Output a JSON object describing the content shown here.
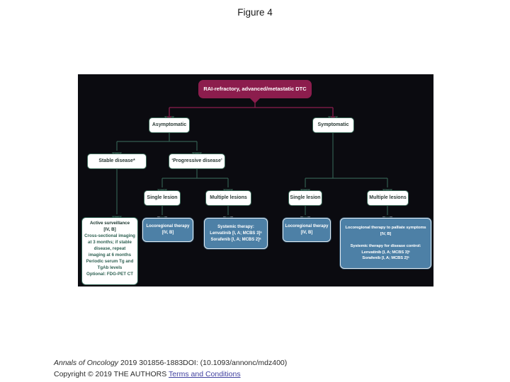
{
  "figure": {
    "title": "Figure 4"
  },
  "flowchart": {
    "root": "RAI-refractory, advanced/metastatic DTC",
    "branch_asymptomatic": "Asymptomatic",
    "branch_symptomatic": "Symptomatic",
    "stable_disease": "Stable disease*",
    "progressive_disease": "‘Progressive disease’",
    "single_lesion_left": "Single lesion",
    "multiple_lesions_left": "Multiple lesions",
    "single_lesion_right": "Single lesion",
    "multiple_lesions_right": "Multiple lesions",
    "active_surveillance_title": "Active surveillance\n[IV, B]",
    "active_surveillance_body": "Cross-sectional imaging\nat 3 months; if stable\ndisease, repeat\nimaging at 6 months\nPeriodic serum Tg and\nTgAb levels\nOptional: FDG-PET CT",
    "locoregional_left": "Locoregional therapy\n[IV, B]",
    "systemic_left": "Systemic therapy:\nLenvatinib [I, A; MCBS 3]ᵃ\nSorafenib [I, A; MCBS 2]ᵃ",
    "locoregional_right": "Locoregional therapy\n[IV, B]",
    "palliative_right": "Locoregional therapy to palliate symptoms\n[IV, B]\n\nSystemic therapy for disease control:\nLenvatinib [I, A; MCBS 3]ᵃ\nSorafenib [I, A; MCBS 2]ᵃ"
  },
  "footer": {
    "journal": "Annals of Oncology",
    "reference": "2019 301856-1883DOI: (10.1093/annonc/mdz400)",
    "copyright": "Copyright © 2019 THE AUTHORS",
    "terms_link": "Terms and Conditions"
  },
  "colors": {
    "root_node": "#8c1d4d",
    "panel_background": "#0b0b10",
    "node_border_teal": "#3c6b5a",
    "connector_teal": "#335e50",
    "therapy_box_blue": "#4d80a6",
    "link_color": "#3f3f9f"
  }
}
